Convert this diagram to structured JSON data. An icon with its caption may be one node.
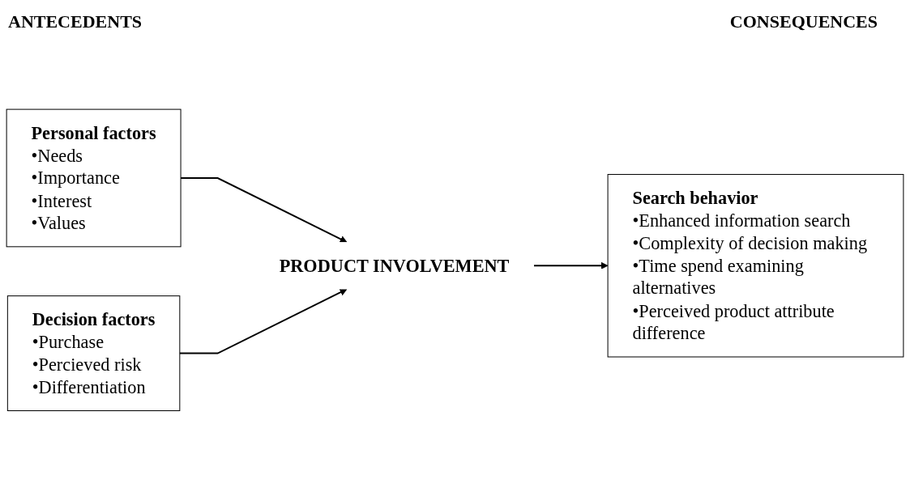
{
  "diagram": {
    "nodes": [
      {
        "text": [
          "Personal factors",
          "•Needs",
          "•Importance",
          "•Interest",
          "•Values"
        ]
      },
      {
        "text": [
          "Decision factors",
          "•Purchase",
          "•Percieved risk",
          "•Differentiation"
        ]
      },
      {
        "text": [
          "PRODUCT INVOLVEMENT"
        ]
      },
      {
        "text": [
          "Search behavior",
          "•Enhanced information search",
          "•Complexity of decision making",
          "•Time spend examining alternatives",
          "•Perceived product attribute difference"
        ]
      }
    ],
    "edges": [
      {
        "from": 0,
        "to": 2,
        "arrow": "to"
      },
      {
        "from": 1,
        "to": 2,
        "arrow": "to"
      },
      {
        "from": 2,
        "to": 3,
        "arrow": "to"
      }
    ],
    "labels": [
      "ANTECEDENTS",
      "CONSEQUENCES"
    ]
  }
}
